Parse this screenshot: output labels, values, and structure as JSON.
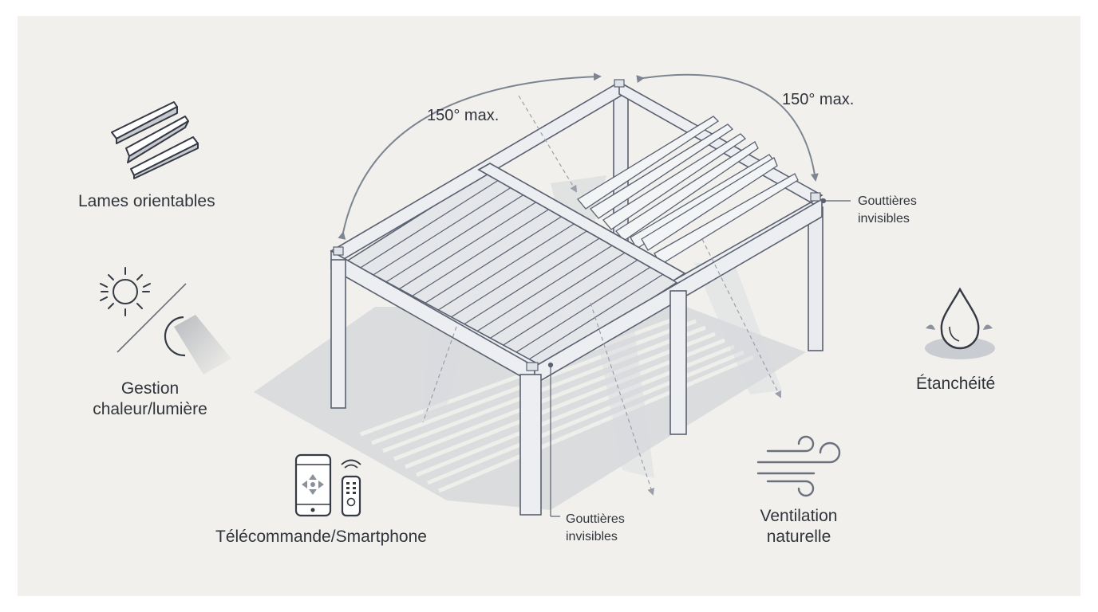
{
  "angle_left": "150° max.",
  "angle_right": "150° max.",
  "features": {
    "lames": "Lames orientables",
    "gestion_line1": "Gestion",
    "gestion_line2": "chaleur/lumière",
    "telecommande": "Télécommande/Smartphone",
    "ventilation_line1": "Ventilation",
    "ventilation_line2": "naturelle",
    "etancheite": "Étanchéité"
  },
  "callouts": {
    "gutter_right_line1": "Gouttières",
    "gutter_right_line2": "invisibles",
    "gutter_bottom_line1": "Gouttières",
    "gutter_bottom_line2": "invisibles"
  },
  "icons": [
    "slats-icon",
    "sun-icon",
    "moon-icon",
    "smartphone-icon",
    "remote-icon",
    "wind-icon",
    "water-drop-icon"
  ],
  "colors": {
    "background": "#f1f0ec",
    "frame": "#e9ebef",
    "outline": "#5a6170",
    "shadow": "#c9ccd3",
    "arrow": "#7d8593"
  }
}
